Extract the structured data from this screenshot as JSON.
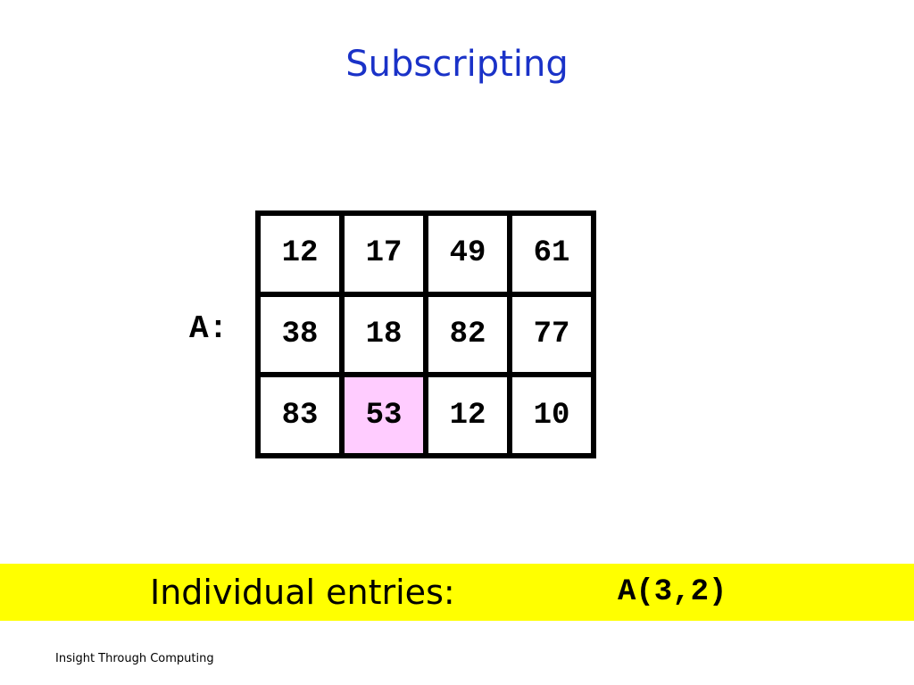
{
  "title": "Subscripting",
  "matrix": {
    "label": "A:",
    "rows": [
      [
        "12",
        "17",
        "49",
        "61"
      ],
      [
        "38",
        "18",
        "82",
        "77"
      ],
      [
        "83",
        "53",
        "12",
        "10"
      ]
    ],
    "highlight": {
      "row": 3,
      "col": 2,
      "color": "#ffccff"
    }
  },
  "banner": {
    "text": "Individual entries:",
    "code": "A(3,2)",
    "color": "#ffff00"
  },
  "footer": "Insight Through Computing",
  "colors": {
    "title": "#1a32c8",
    "text": "#000000",
    "background": "#ffffff"
  }
}
